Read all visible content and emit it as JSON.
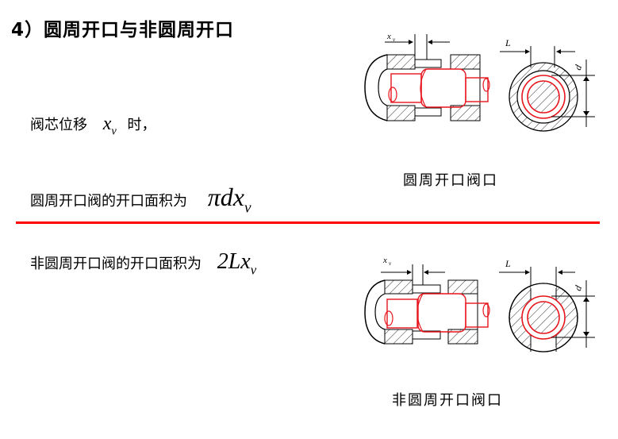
{
  "title": "4）圆周开口与非圆周开口",
  "section1": {
    "line1_prefix": "阀芯位移",
    "line1_var": "x",
    "line1_sub": "v",
    "line1_suffix": "时，",
    "line2_prefix": "圆周开口阀的开口面积为",
    "formula_main": "πdx",
    "formula_sub": "v",
    "figure_caption": "圆周开口阀口",
    "figure_labels": {
      "xv": "x",
      "xv_sub": "v",
      "L": "L",
      "d": "d"
    }
  },
  "section2": {
    "line_prefix": "非圆周开口阀的开口面积为",
    "formula_main": "2Lx",
    "formula_sub": "v",
    "figure_caption": "非圆周开口阀口",
    "figure_labels": {
      "xv": "x",
      "xv_sub": "v",
      "L": "L",
      "d": "d"
    }
  },
  "colors": {
    "divider": "#ff0000",
    "spool": "#e8141c",
    "outline": "#222222"
  }
}
